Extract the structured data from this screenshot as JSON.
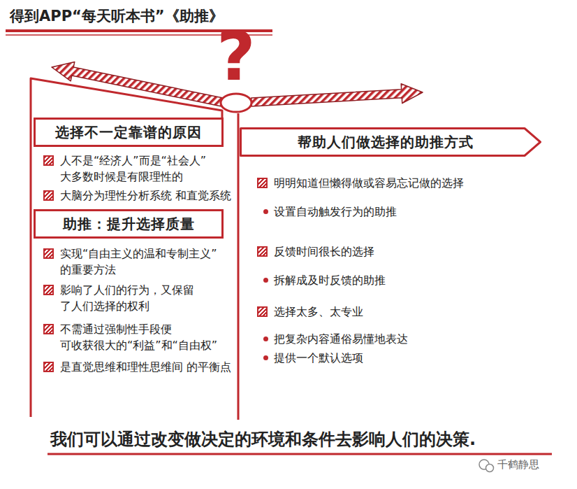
{
  "diagram": {
    "title": "得到APP“每天听本书”《助推》",
    "caption": "我们可以通过改变做决定的环境和条件去影响人们的决策.",
    "nodes": [
      {
        "text": [
          "选择不一定靠谱的原因"
        ]
      },
      {
        "text": [
          "助推：提升选择质量"
        ]
      },
      {
        "text": [
          "帮助人们做选择的助推方式"
        ]
      }
    ],
    "labels": [
      "?",
      "人不是“经济人”而是“社会人” 大多数时候是有限理性的",
      "大脑分为理性分析系统 和直觉系统",
      "实现“自由主义的温和专制主义” 的重要方法",
      "影响了人们的行为，又保留 了人们选择的权利",
      "不需通过强制性手段便 可收获很大的“利益”和“自由权”",
      "是直觉思维和理性思维间 的平衡点",
      "明明知道但懒得做或容易忘记做的选择",
      "设置自动触发行为的助推",
      "反馈时间很长的选择",
      "拆解成及时反馈的助推",
      "选择太多、太专业",
      "把复杂内容通俗易懂地表达",
      "提供一个默认选项",
      "千鹤静思"
    ]
  }
}
